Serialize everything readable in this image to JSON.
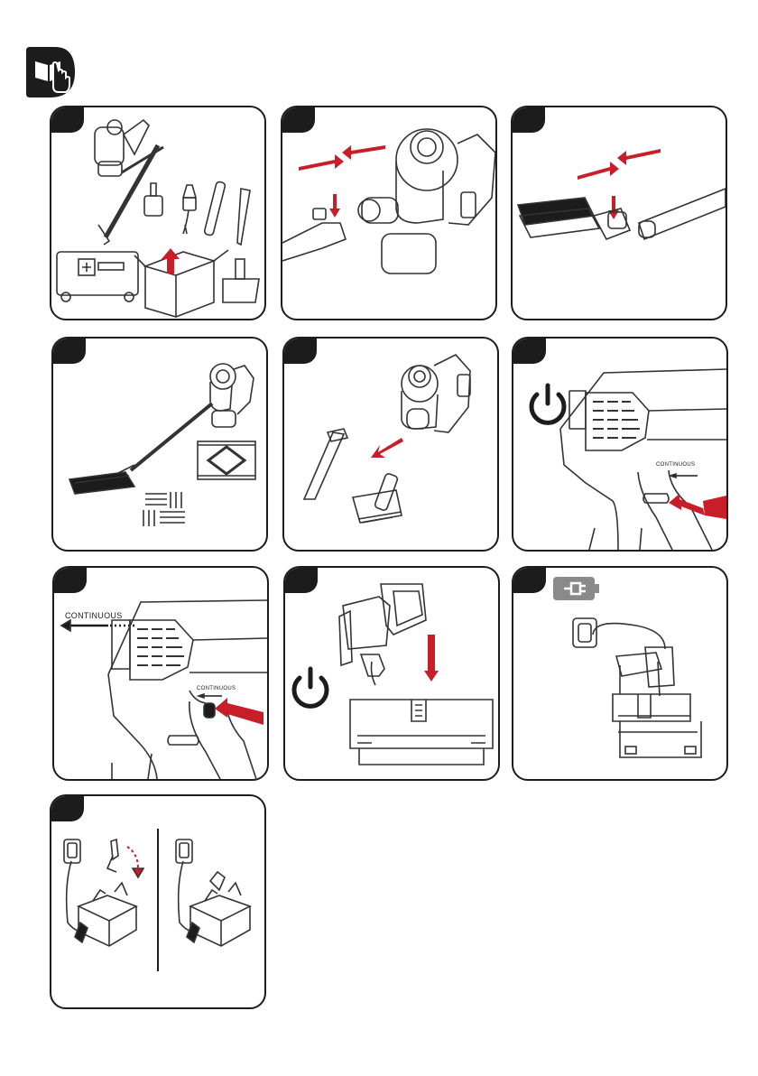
{
  "labels": {
    "continuous_small_p6": "CONTINUOUS",
    "continuous_big_p7": "CONTINUOUS",
    "continuous_small_p7": "CONTINUOUS"
  },
  "icons": {
    "header": "manual-hand-icon",
    "power": "power-icon",
    "battery": "battery-charging-icon"
  },
  "colors": {
    "accent": "#c81e2a",
    "ink": "#1c1c1c",
    "stroke": "#333333"
  },
  "steps": [
    {
      "panel": "panel-1",
      "content": "box-contents"
    },
    {
      "panel": "panel-2",
      "content": "attach-tube-to-handheld"
    },
    {
      "panel": "panel-3",
      "content": "attach-floor-head"
    },
    {
      "panel": "panel-4",
      "content": "assembled-vacuum"
    },
    {
      "panel": "panel-5",
      "content": "accessory-tools"
    },
    {
      "panel": "panel-6",
      "content": "power-on"
    },
    {
      "panel": "panel-7",
      "content": "continuous-mode"
    },
    {
      "panel": "panel-8",
      "content": "docking"
    },
    {
      "panel": "panel-9",
      "content": "charging"
    },
    {
      "panel": "panel-10",
      "content": "wall-mount-dock"
    }
  ]
}
